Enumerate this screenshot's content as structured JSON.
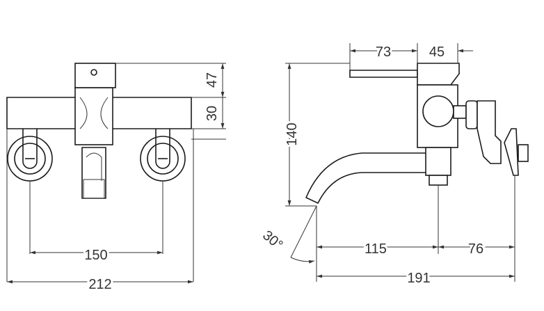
{
  "front_view": {
    "dim_width_total": "212",
    "dim_handle_spacing": "150",
    "dim_height_top": "47",
    "dim_height_body": "30"
  },
  "side_view": {
    "dim_lever_length": "73",
    "dim_cartridge_depth": "45",
    "dim_height": "140",
    "dim_angle": "30°",
    "dim_spout_reach": "115",
    "dim_wall_offset": "76",
    "dim_total_depth": "191"
  }
}
